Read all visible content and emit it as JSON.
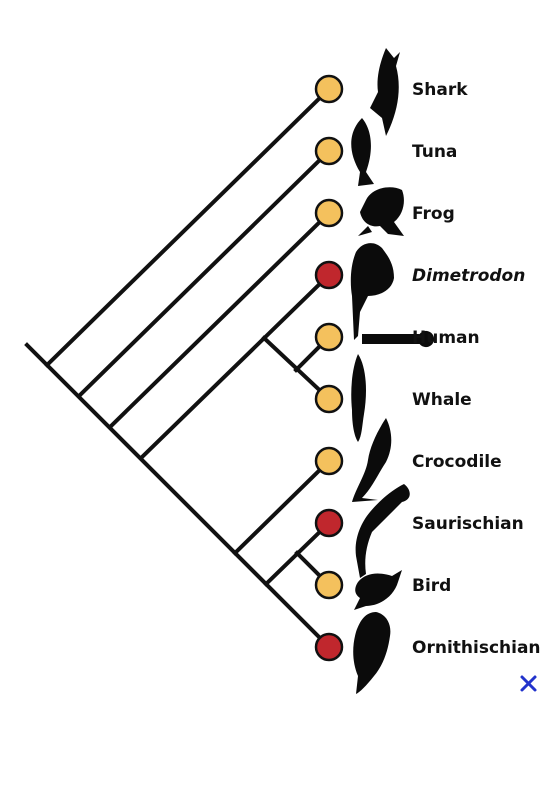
{
  "colors": {
    "extant": "#f4c15d",
    "extinct": "#c0272d",
    "line": "#111111",
    "close": "#2233cc"
  },
  "taxa": [
    {
      "label": "Shark",
      "status": "extant",
      "italic": false,
      "icon": "shark-silhouette"
    },
    {
      "label": "Tuna",
      "status": "extant",
      "italic": false,
      "icon": "tuna-silhouette"
    },
    {
      "label": "Frog",
      "status": "extant",
      "italic": false,
      "icon": "frog-silhouette"
    },
    {
      "label": "Dimetrodon",
      "status": "extinct",
      "italic": true,
      "icon": "dimetrodon-silhouette"
    },
    {
      "label": "Human",
      "status": "extant",
      "italic": false,
      "icon": "human-silhouette"
    },
    {
      "label": "Whale",
      "status": "extant",
      "italic": false,
      "icon": "whale-silhouette"
    },
    {
      "label": "Crocodile",
      "status": "extant",
      "italic": false,
      "icon": "crocodile-silhouette"
    },
    {
      "label": "Saurischian",
      "status": "extinct",
      "italic": false,
      "icon": "saurischian-silhouette"
    },
    {
      "label": "Bird",
      "status": "extant",
      "italic": false,
      "icon": "bird-silhouette"
    },
    {
      "label": "Ornithischian",
      "status": "extinct",
      "italic": false,
      "icon": "ornithischian-silhouette"
    }
  ],
  "close_icon": "close-x-icon"
}
